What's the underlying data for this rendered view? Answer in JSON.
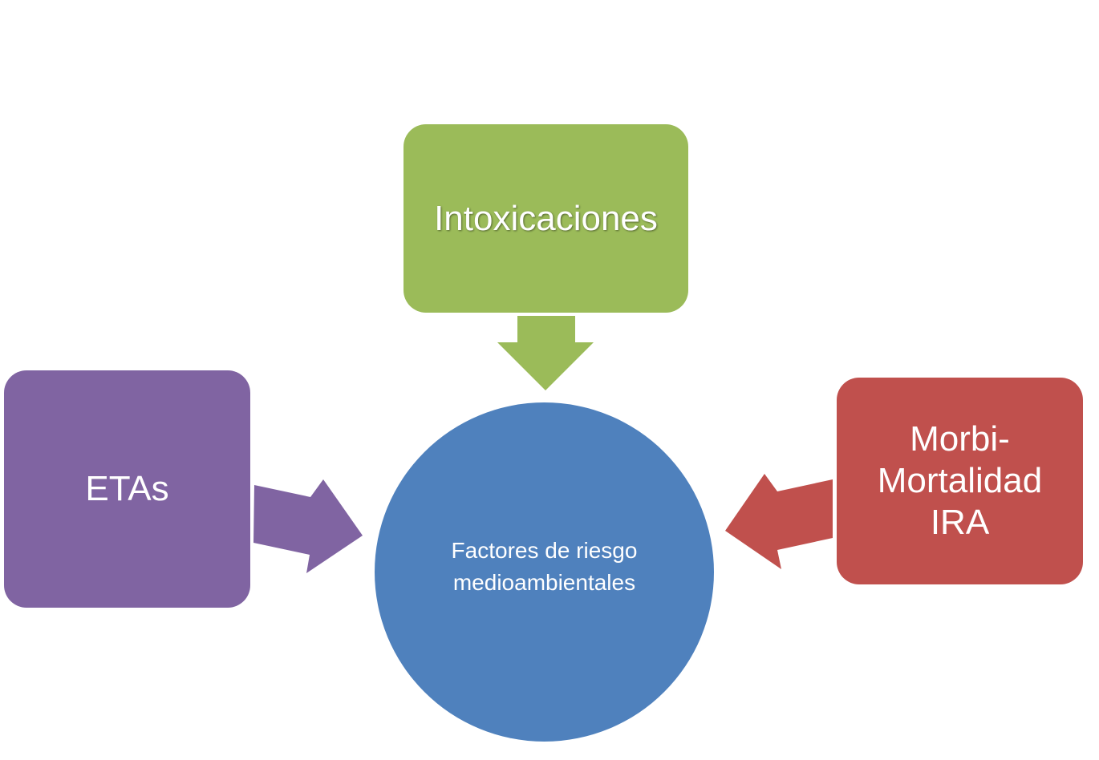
{
  "diagram": {
    "center": {
      "text": "Factores de riesgo\nmedioambientales",
      "color": "#4f81bd"
    },
    "top": {
      "text": "Intoxicaciones",
      "color": "#9bbb59"
    },
    "left": {
      "text": "ETAs",
      "color": "#8064a2"
    },
    "right": {
      "text": "Morbi-\nMortalidad\nIRA",
      "color": "#c0504d"
    }
  }
}
